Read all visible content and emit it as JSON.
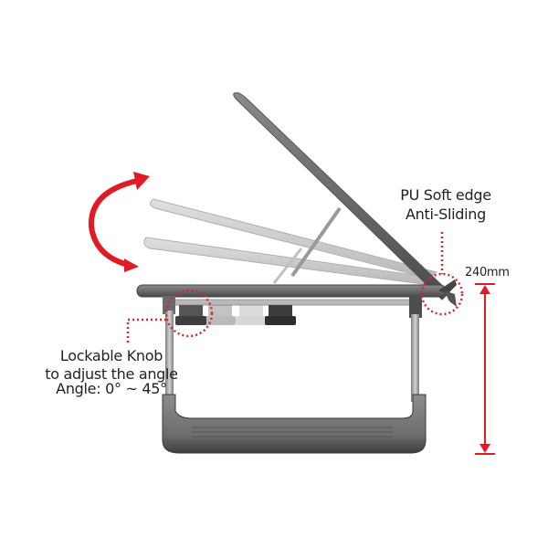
{
  "diagram": {
    "subject": "Adjustable laptop stand side view",
    "labels": {
      "pu_edge": {
        "line1": "PU Soft edge",
        "line2": "Anti-Sliding"
      },
      "knob": {
        "line1": "Lockable Knob",
        "line2": "to adjust the angle",
        "line3": "Angle: 0° ~ 45°"
      },
      "height": "240mm"
    },
    "icons": {
      "rotation_arrow": "curved-double-arrow",
      "height_arrow": "vertical-dimension-arrow",
      "callout_circles": "dotted-circle"
    },
    "colors": {
      "accent_red": "#e01b24",
      "frame_dark": "#5e5e60",
      "frame_light": "#b8b8b8",
      "tray_ghost": "#c9c9c9",
      "leg_metal": "#a9a9ab"
    }
  }
}
